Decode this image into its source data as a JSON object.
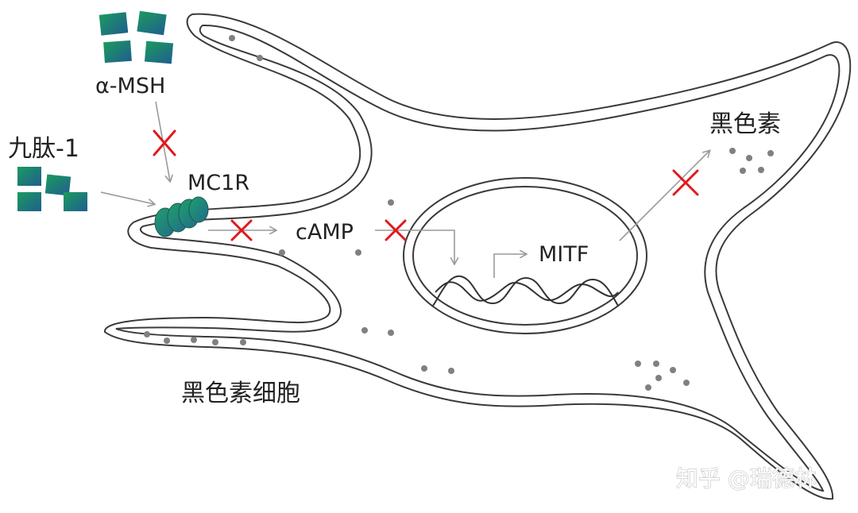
{
  "labels": {
    "alpha_msh": "α-MSH",
    "nonapeptide": "九肽-1",
    "mc1r": "MC1R",
    "camp": "cAMP",
    "mitf": "MITF",
    "melanin": "黑色素",
    "melanocyte": "黑色素细胞"
  },
  "watermark": "知乎 @瑞德林",
  "colors": {
    "cell_outline": "#3a3a3a",
    "arrow": "#9a9a9a",
    "block_cross": "#e0191c",
    "granule": "#808080",
    "peptide_gradient_start": "#1b9a5e",
    "peptide_gradient_end": "#1f5f8e",
    "receptor": "#2a8a66"
  },
  "icons": [
    "block-cross-icon",
    "arrow-icon",
    "receptor-icon",
    "peptide-block-icon"
  ]
}
